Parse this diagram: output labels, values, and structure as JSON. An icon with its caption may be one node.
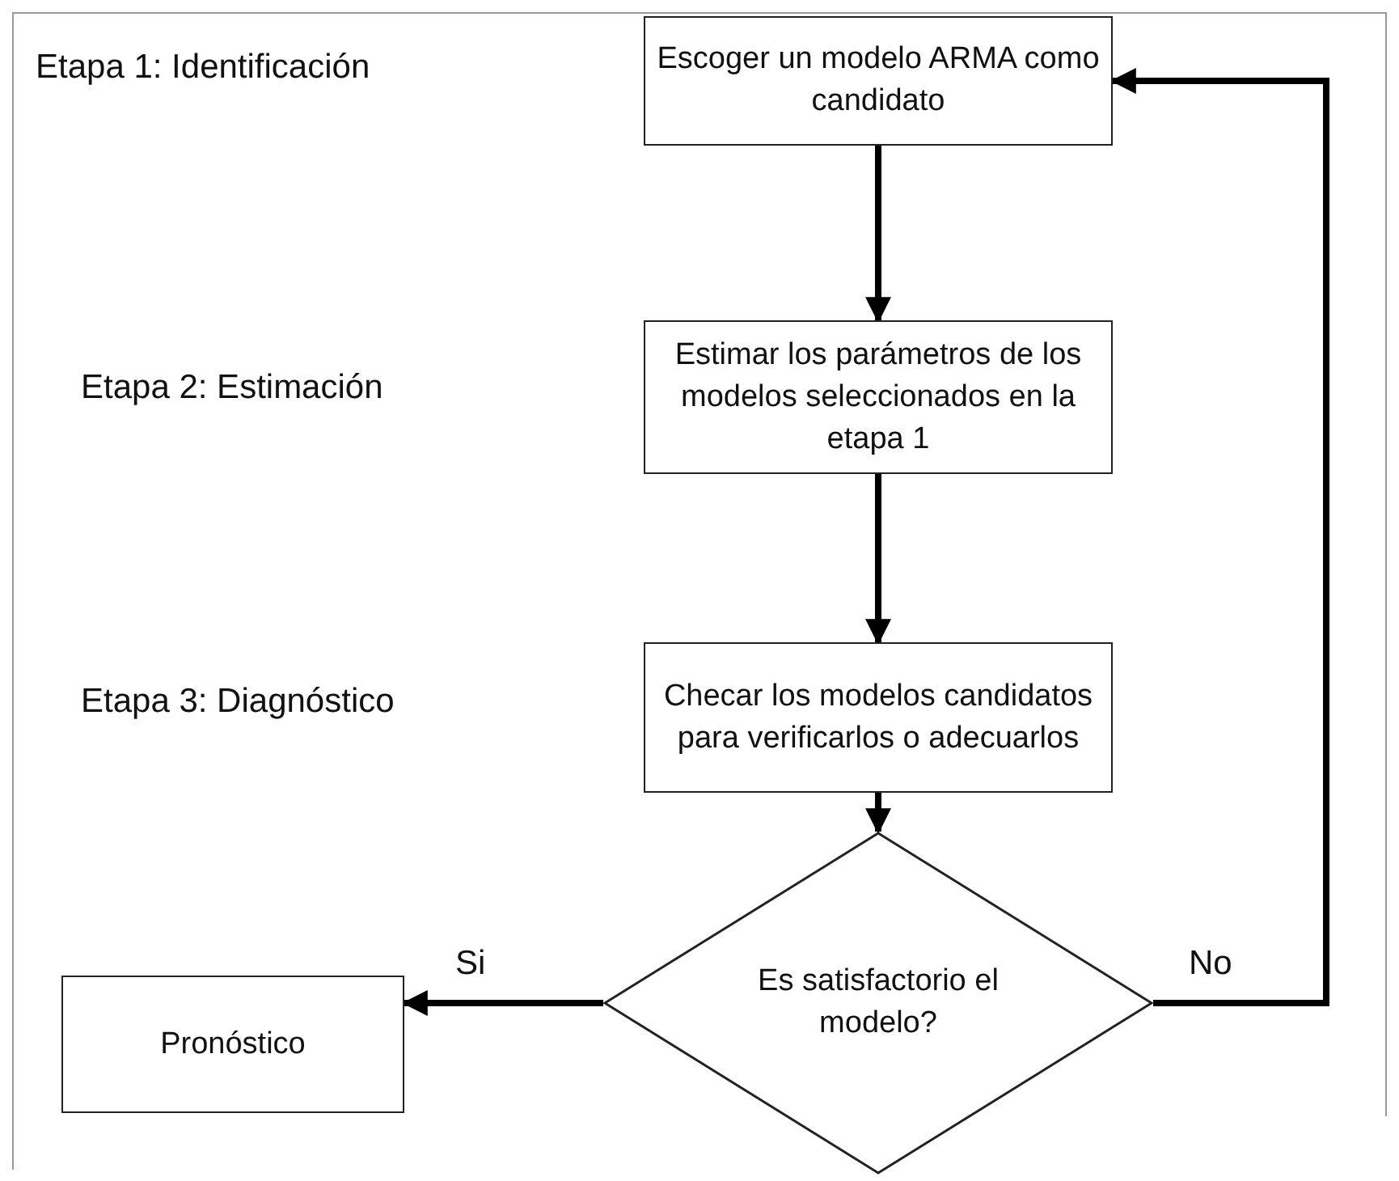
{
  "diagram": {
    "nodes": [
      {
        "text": [
          "Escoger un modelo ARMA como candidato"
        ]
      },
      {
        "text": [
          "Estimar los parámetros de los modelos seleccionados en la etapa 1"
        ]
      },
      {
        "text": [
          "Checar los modelos candidatos para verificarlos o adecuarlos"
        ]
      },
      {
        "text": [
          "Es satisfactorio el modelo?"
        ]
      },
      {
        "text": [
          "Pronóstico"
        ]
      }
    ],
    "edges": [
      {
        "from": 0,
        "to": 1,
        "arrow": "to"
      },
      {
        "from": 1,
        "to": 2,
        "arrow": "to"
      },
      {
        "from": 2,
        "to": 3,
        "arrow": "to"
      },
      {
        "from": 3,
        "to": 4,
        "arrow": "to",
        "label": "Si"
      },
      {
        "from": 3,
        "to": 0,
        "arrow": "to",
        "label": "No"
      }
    ],
    "labels": [
      "Etapa 1: Identificación",
      "Etapa 2: Estimación",
      "Etapa 3: Diagnóstico"
    ]
  }
}
